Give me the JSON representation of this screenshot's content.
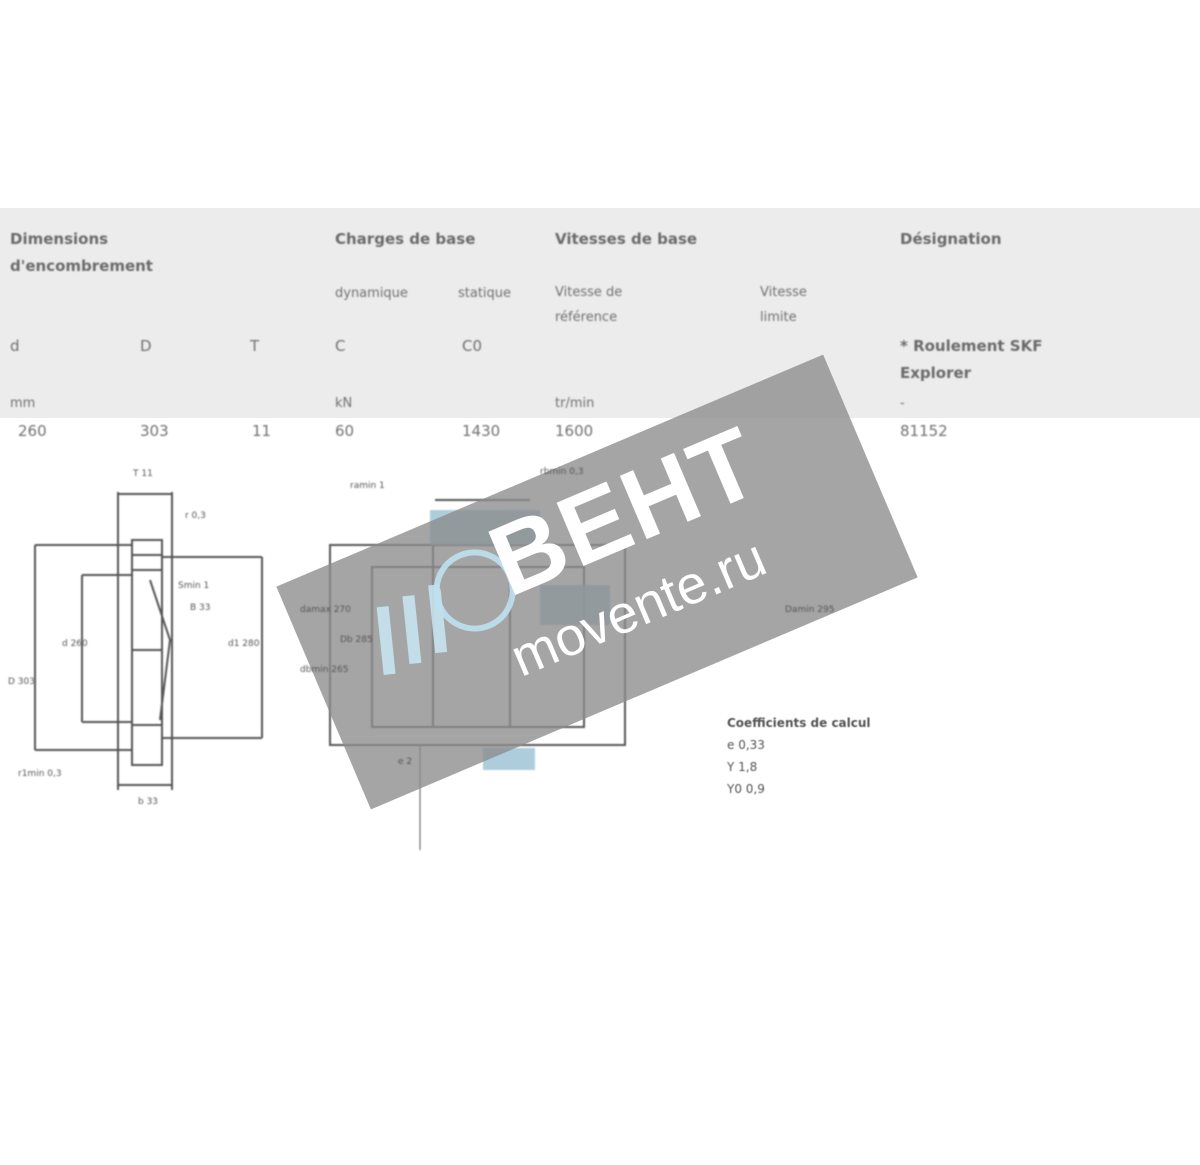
{
  "table": {
    "groups": {
      "dimensions": "Dimensions d'encombrement",
      "loads": "Charges de base",
      "speeds": "Vitesses de base",
      "designation": "Désignation"
    },
    "subheaders": {
      "dynamic": "dynamique",
      "static": "statique",
      "reference_speed": "Vitesse de référence",
      "limit_speed": "Vitesse limite"
    },
    "columns": [
      "d",
      "D",
      "T",
      "C",
      "C0"
    ],
    "designation_note": "* Roulement SKF Explorer",
    "units": {
      "mm": "mm",
      "kN": "kN",
      "speed": "tr/min",
      "designation": "-"
    },
    "row": {
      "d": "260",
      "D": "303",
      "T": "11",
      "C": "60",
      "C0": "1430",
      "reference_speed": "1600",
      "limit_speed": "",
      "designation": "81152"
    }
  },
  "drawing": {
    "labels": {
      "t": "T 11",
      "r": "r 0,3",
      "smin": "Smin 1",
      "b": "B 33",
      "d": "d 260",
      "D": "D 303",
      "d1": "d1 280",
      "rmin": "r1min 0,3",
      "bw": "b 33",
      "ramin": "ramin 1",
      "rbmin": "rbmin 0,3",
      "damax": "damax 270",
      "dbmin": "dbmin 265",
      "Damin": "Damin 295",
      "Db": "Db 285",
      "e": "e 2"
    }
  },
  "coefficients": {
    "title": "Coefficients de calcul",
    "e": "e 0,33",
    "Y": "Y 1,8",
    "Y0": "Y0 0,9"
  },
  "watermark": {
    "brand": "ВЕНТ",
    "url": "movente.ru"
  },
  "colors": {
    "header_band": "#ececec",
    "watermark": "#8c8c8c",
    "accent": "#9fc4d6"
  }
}
